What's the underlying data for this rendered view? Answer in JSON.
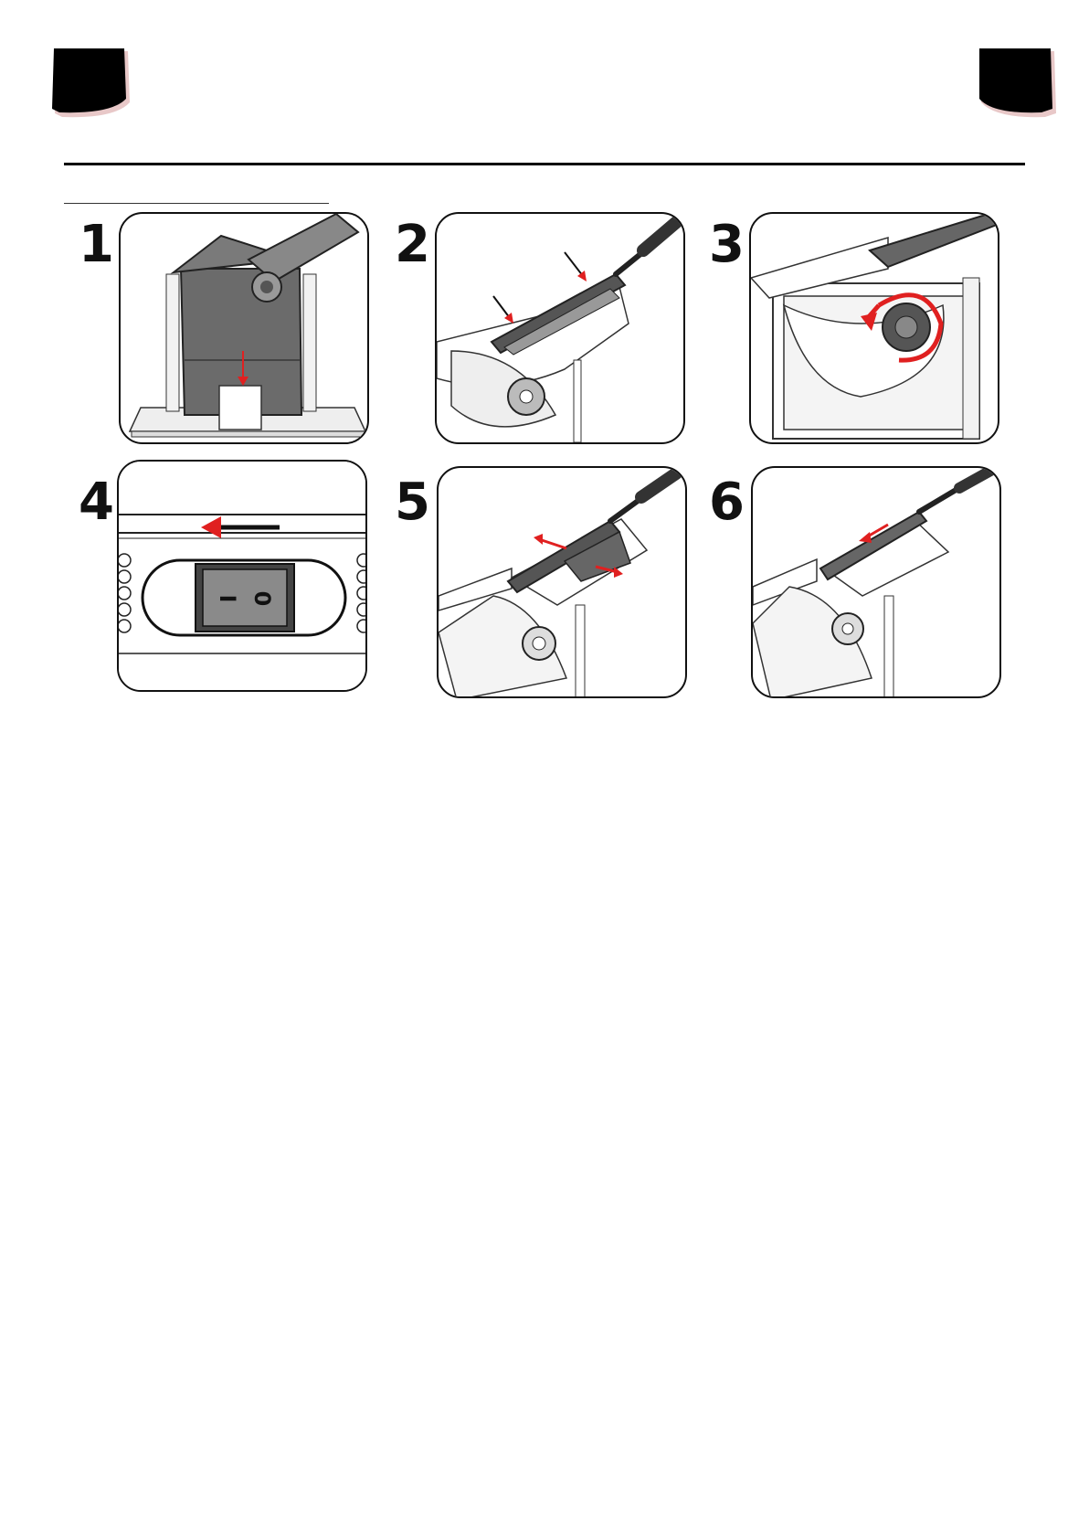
{
  "header": {
    "tab_left_icon": "page-tab",
    "tab_right_icon": "page-tab"
  },
  "steps": [
    {
      "number": "1",
      "illustration": "lift-blade-cover-icon"
    },
    {
      "number": "2",
      "illustration": "screwdriver-blade-screws-icon"
    },
    {
      "number": "3",
      "illustration": "rotate-knob-icon"
    },
    {
      "number": "4",
      "illustration": "power-switch-icon"
    },
    {
      "number": "5",
      "illustration": "remove-blade-guard-icon"
    },
    {
      "number": "6",
      "illustration": "reinsert-blade-icon"
    }
  ],
  "switch": {
    "on_symbol": "I",
    "off_symbol": "0"
  },
  "colors": {
    "accent": "#e02020",
    "dark": "#111111",
    "grey": "#6b6b6b"
  }
}
